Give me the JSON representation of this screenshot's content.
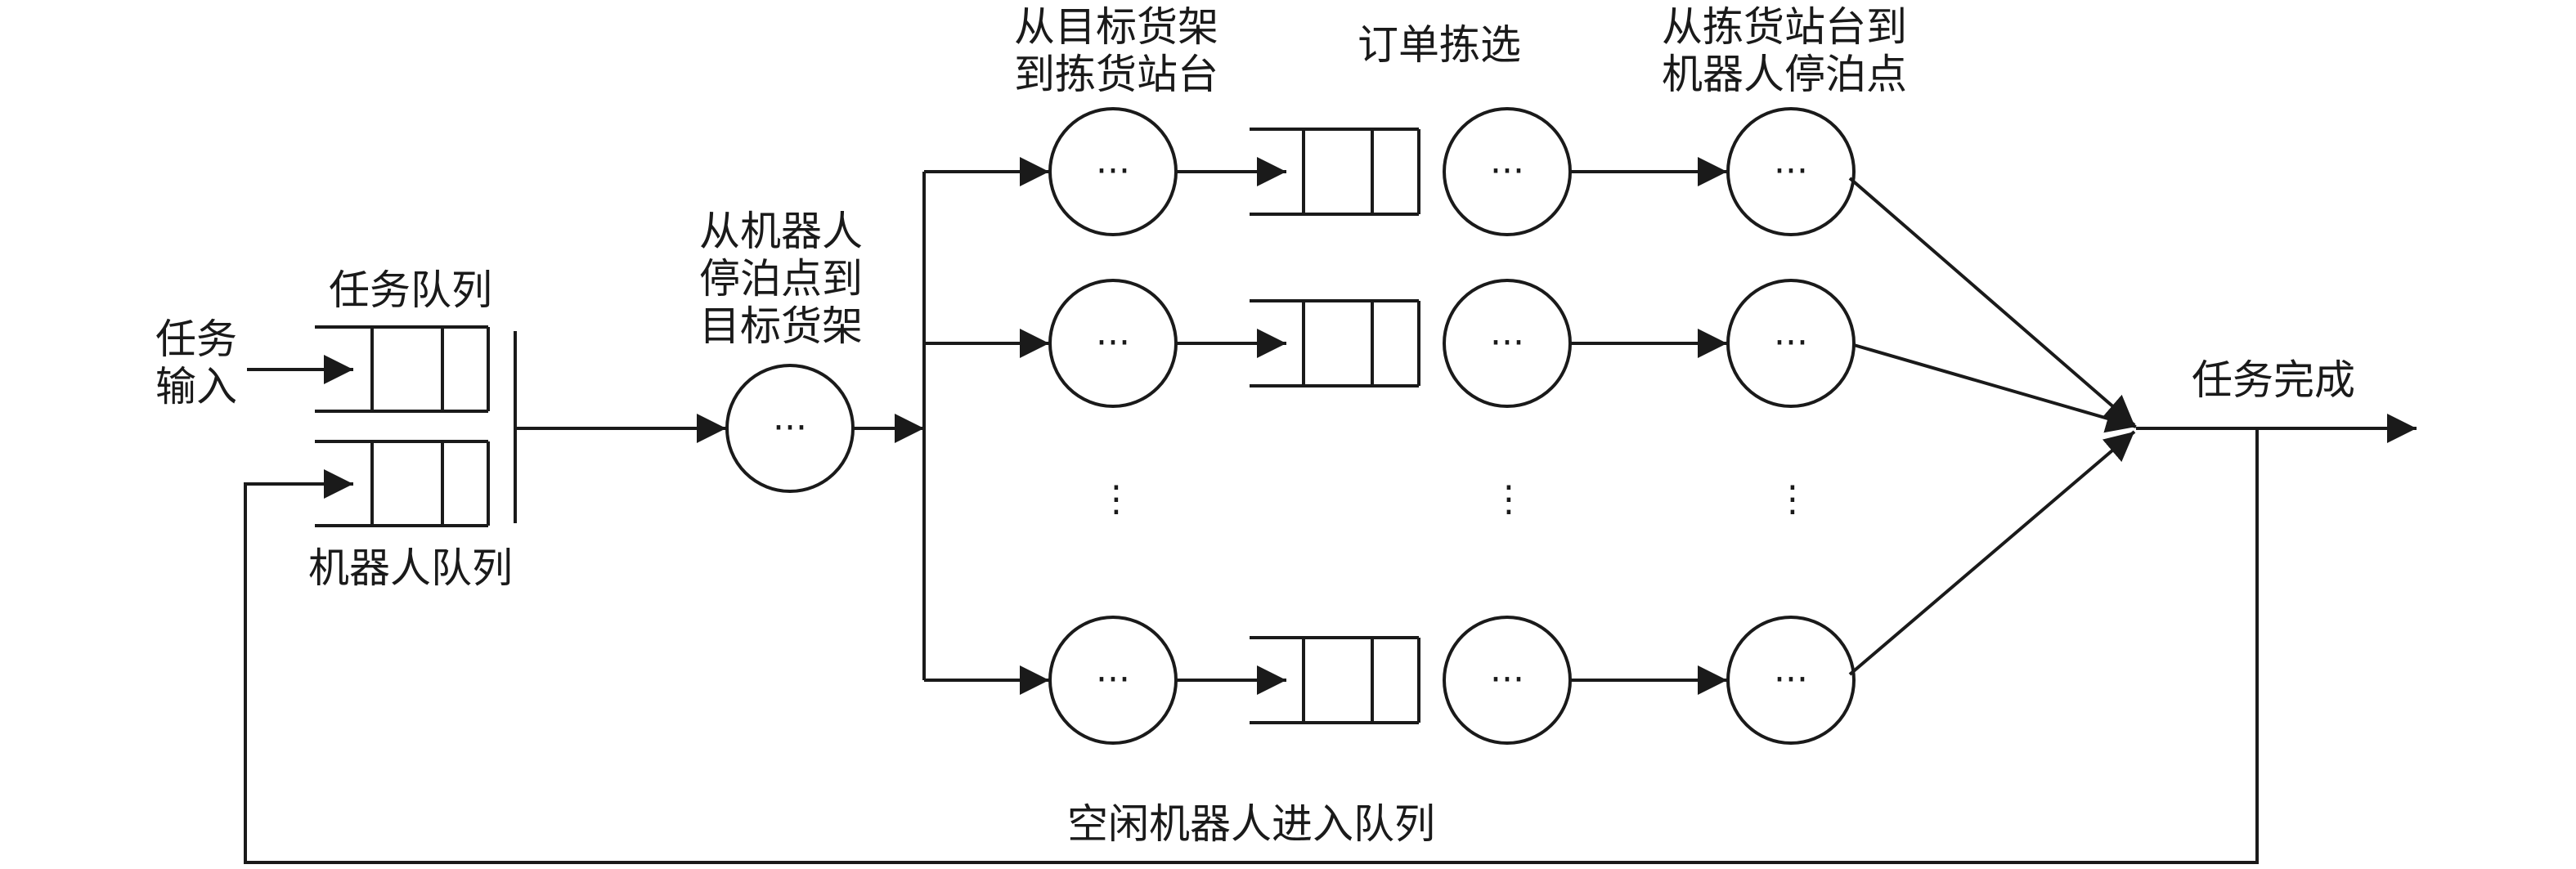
{
  "labels": {
    "task_input_line1": "任务",
    "task_input_line2": "输入",
    "task_queue": "任务队列",
    "robot_queue": "机器人队列",
    "stage1_line1": "从机器人",
    "stage1_line2": "停泊点到",
    "stage1_line3": "目标货架",
    "stage2_line1": "从目标货架",
    "stage2_line2": "到拣货站台",
    "stage3": "订单拣选",
    "stage4_line1": "从拣货站台到",
    "stage4_line2": "机器人停泊点",
    "task_done": "任务完成",
    "idle_robot_return": "空闲机器人进入队列"
  },
  "symbols": {
    "server_ellipsis": "···",
    "vertical_ellipsis": "⋮"
  }
}
